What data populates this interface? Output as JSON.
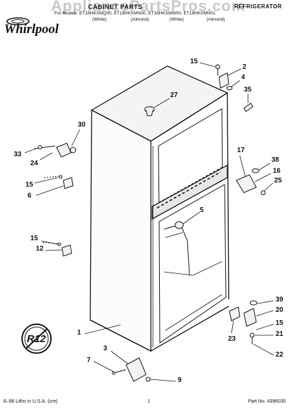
{
  "header": {
    "watermark": "AppliancePartsPros.com",
    "title": "CABINET PARTS",
    "category": "REFRIGERATOR",
    "models_line": "For Models: ET18HKXMQ00, ET18HKXMN00, ET18HKXMW00, ET18HKXMN01",
    "colors": [
      "(White)",
      "(Almond)",
      "(White)",
      "(Almond)"
    ],
    "brand": "Whirlpool"
  },
  "callouts": [
    "15",
    "2",
    "4",
    "35",
    "27",
    "30",
    "33",
    "24",
    "15",
    "6",
    "17",
    "38",
    "16",
    "25",
    "5",
    "15",
    "12",
    "39",
    "20",
    "15",
    "21",
    "22",
    "1",
    "3",
    "23",
    "7",
    "9"
  ],
  "footer": {
    "left": "8–98 Litho in U.S.A. (cre)",
    "center": "1",
    "right": "Part No. 4396035"
  },
  "stamp": "R12"
}
